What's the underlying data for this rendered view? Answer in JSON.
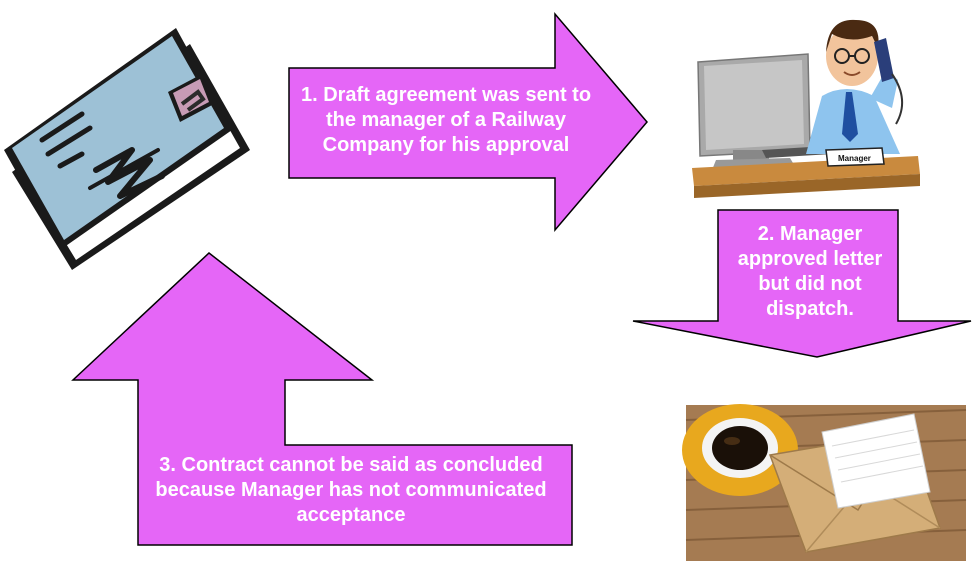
{
  "steps": [
    {
      "text": "1. Draft agreement was sent to the manager of a Railway Company for his approval"
    },
    {
      "text": "2. Manager approved letter but did not dispatch."
    },
    {
      "text": "3. Contract cannot be said as concluded because Manager has not communicated acceptance"
    }
  ],
  "illustrations": {
    "envelope": "envelope-clipart",
    "manager": "manager-at-desk-clipart",
    "letter": "letter-and-coffee-photo",
    "manager_nameplate": "Manager"
  },
  "colors": {
    "arrow_fill": "#e566f7",
    "arrow_stroke": "#000000",
    "text": "#ffffff"
  }
}
